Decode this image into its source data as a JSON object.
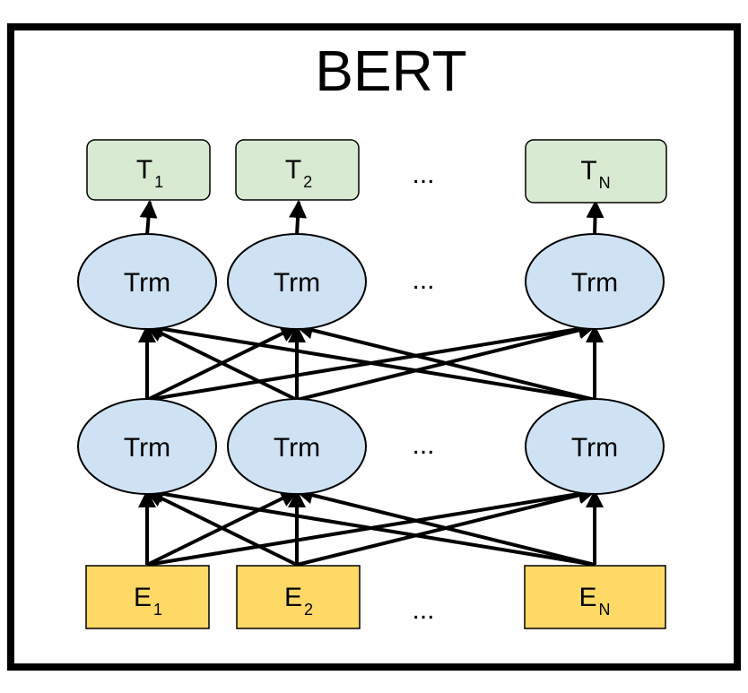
{
  "title": "BERT",
  "outputs": [
    {
      "letter": "T",
      "sub": "1"
    },
    {
      "letter": "T",
      "sub": "2"
    },
    {
      "letter": "T",
      "sub": "N"
    }
  ],
  "upper_layer": [
    "Trm",
    "Trm",
    "Trm"
  ],
  "lower_layer": [
    "Trm",
    "Trm",
    "Trm"
  ],
  "inputs": [
    {
      "letter": "E",
      "sub": "1"
    },
    {
      "letter": "E",
      "sub": "2"
    },
    {
      "letter": "E",
      "sub": "N"
    }
  ],
  "ellipsis": "...",
  "colors": {
    "output_fill": "#d9ead3",
    "transformer_fill": "#cfe2f3",
    "input_fill": "#ffd966"
  }
}
